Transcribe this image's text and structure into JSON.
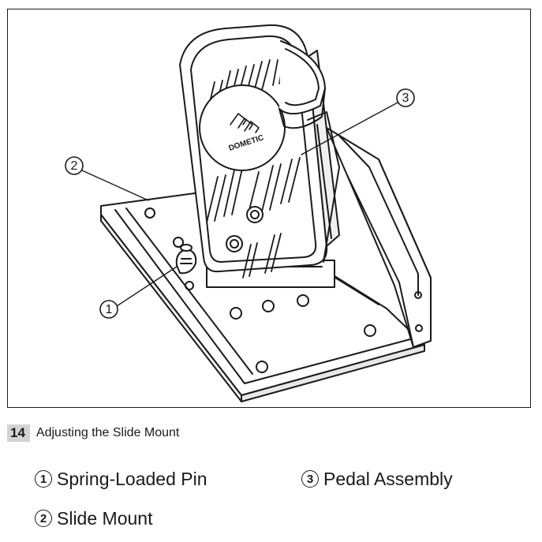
{
  "figure": {
    "brand_text": "DOMETIC",
    "callouts": [
      {
        "number": "1"
      },
      {
        "number": "2"
      },
      {
        "number": "3"
      }
    ]
  },
  "caption": {
    "number": "14",
    "text": "Adjusting the Slide Mount"
  },
  "legend": {
    "items": [
      {
        "number": "1",
        "label": "Spring-Loaded Pin"
      },
      {
        "number": "3",
        "label": "Pedal Assembly"
      },
      {
        "number": "2",
        "label": "Slide Mount"
      }
    ]
  }
}
